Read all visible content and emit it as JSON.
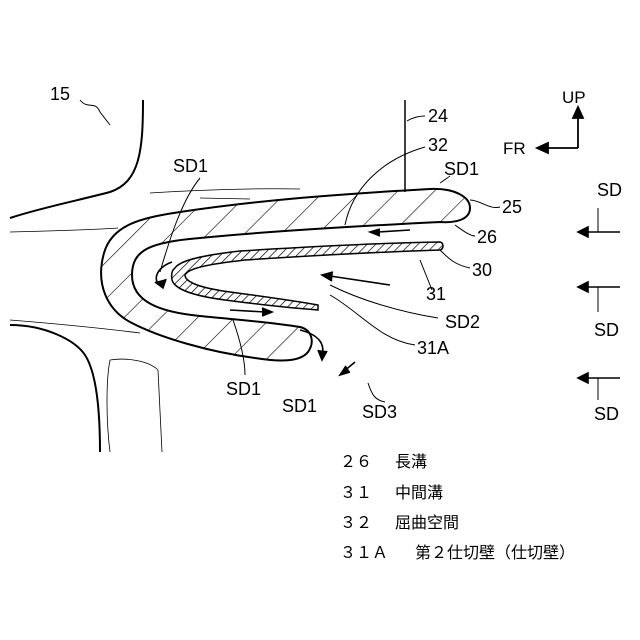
{
  "labels": {
    "l15": "15",
    "l24": "24",
    "l32": "32",
    "l25": "25",
    "l26": "26",
    "l30": "30",
    "l31": "31",
    "l31a": "31A",
    "sd1_a": "SD1",
    "sd1_b": "SD1",
    "sd1_c": "SD1",
    "sd1_d": "SD1",
    "sd2": "SD2",
    "sd3": "SD3",
    "sd_1": "SD",
    "sd_2": "SD",
    "sd_3": "SD"
  },
  "compass": {
    "up": "UP",
    "fr": "FR"
  },
  "legend": [
    {
      "num": "２６",
      "text": "長溝"
    },
    {
      "num": "３１",
      "text": "中間溝"
    },
    {
      "num": "３２",
      "text": "屈曲空間"
    },
    {
      "num": "３１Ａ",
      "text": "第２仕切壁（仕切壁）"
    }
  ]
}
